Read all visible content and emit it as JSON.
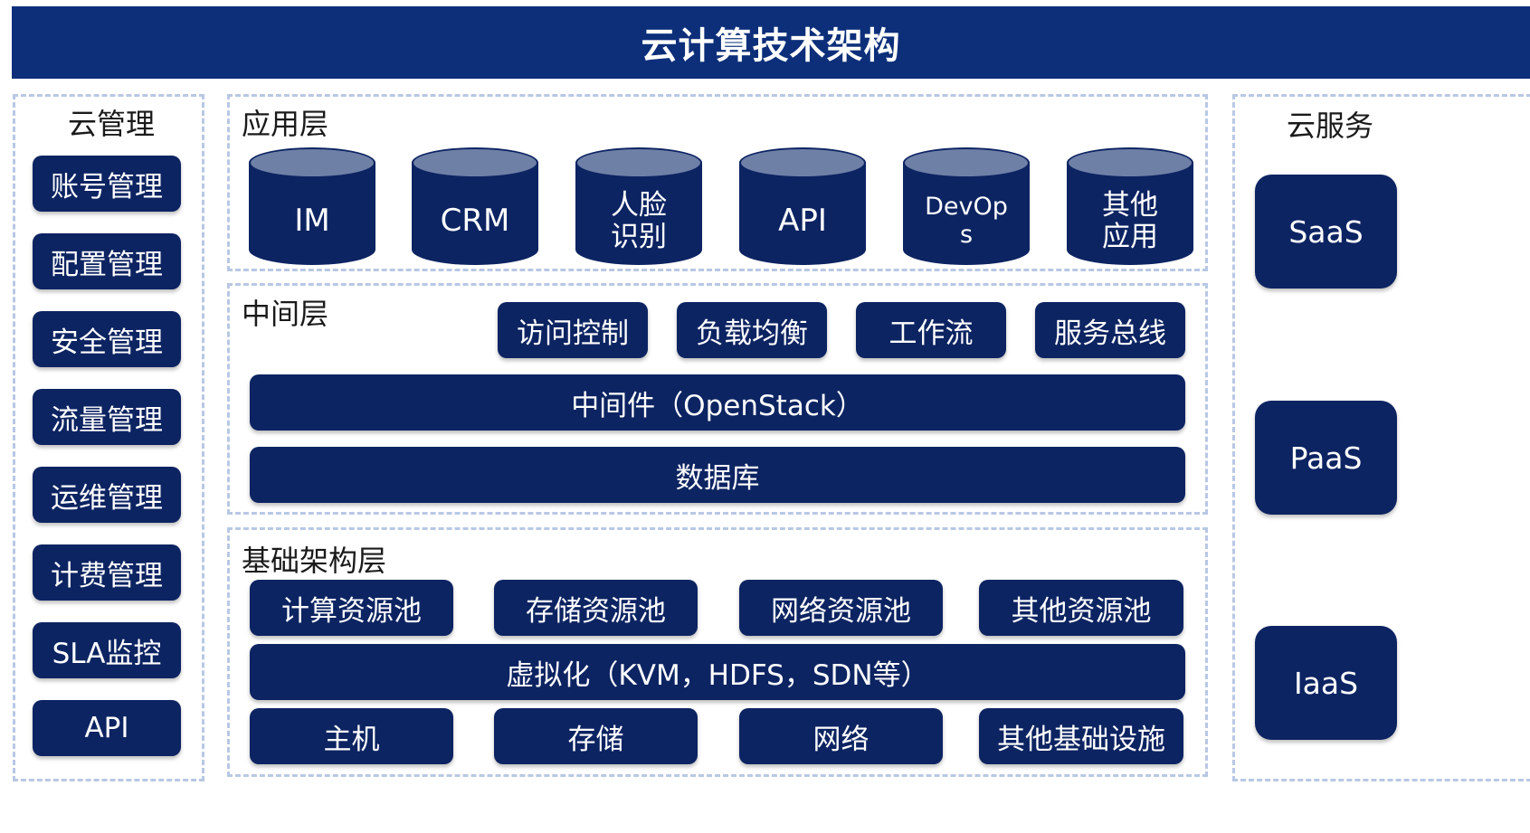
{
  "title": "云计算技术架构",
  "cloud_management": {
    "label": "云管理",
    "items": [
      "账号管理",
      "配置管理",
      "安全管理",
      "流量管理",
      "运维管理",
      "计费管理",
      "SLA监控",
      "API"
    ]
  },
  "application_layer": {
    "label": "应用层",
    "apps": [
      "IM",
      "CRM",
      "人脸\n识别",
      "API",
      "DevOp\ns",
      "其他\n应用"
    ]
  },
  "middle_layer": {
    "label": "中间层",
    "services": [
      "访问控制",
      "负载均衡",
      "工作流",
      "服务总线"
    ],
    "middleware": "中间件（OpenStack）",
    "database": "数据库"
  },
  "infrastructure_layer": {
    "label": "基础架构层",
    "pools": [
      "计算资源池",
      "存储资源池",
      "网络资源池",
      "其他资源池"
    ],
    "virtualization": "虚拟化（KVM，HDFS，SDN等）",
    "hardware": [
      "主机",
      "存储",
      "网络",
      "其他基础设施"
    ]
  },
  "cloud_services": {
    "label": "云服务",
    "items": [
      "SaaS",
      "PaaS",
      "IaaS"
    ]
  },
  "colors": {
    "title_bar": "#0d2f7a",
    "block": "#0d2462",
    "cylinder_top": "#6f80a7",
    "dashed_border": "#b8c8e4"
  }
}
